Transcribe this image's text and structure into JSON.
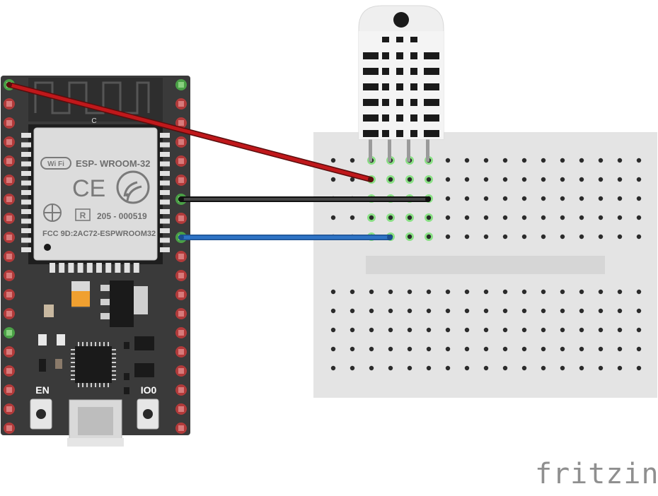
{
  "board": {
    "module_name": "ESP- WROOM-32",
    "wifi_logo": "Wi Fi",
    "ce_mark": "CE",
    "cert_code": "205 - 000519",
    "fcc_id": "FCC 9D:2AC72-ESPWROOM32",
    "silk_c": "C",
    "en_label": "EN",
    "io0_label": "IO0"
  },
  "brand": {
    "name": "fritzing"
  },
  "colors": {
    "wire_red": "#c0181b",
    "wire_black": "#2b2b2b",
    "wire_blue": "#2e73c5",
    "board_pcb": "#3a3a3a",
    "breadboard": "#e4e4e4",
    "sensor_body": "#f0f0f0",
    "pin_highlight": "#4cc13f"
  },
  "icons": [
    "wifi-logo-icon",
    "ce-mark-icon",
    "wireless-waves-icon",
    "recycle-mark-icon",
    "registered-r-icon"
  ]
}
